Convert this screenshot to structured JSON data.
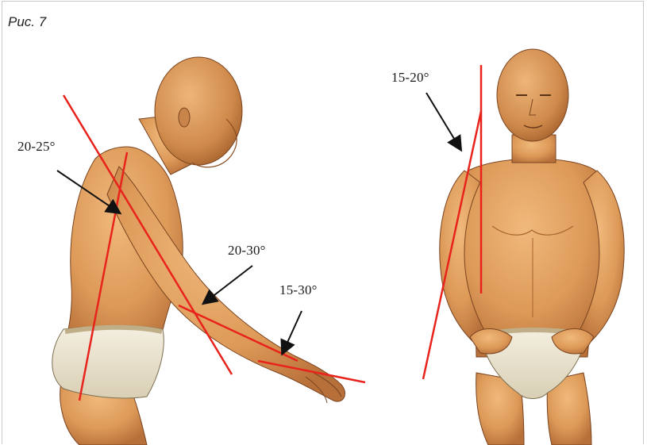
{
  "figure": {
    "label": "Рис. 7"
  },
  "angles": {
    "shoulder_side": "20-25°",
    "elbow": "20-30°",
    "wrist": "15-30°",
    "shoulder_front": "15-20°"
  },
  "colors": {
    "axis_line": "#e8231c",
    "arrow": "#111111",
    "skin": "#e2a15f",
    "skin_shadow": "#b86d33",
    "underwear": "#ede7d4",
    "underwear_band": "#cdbfa0"
  }
}
